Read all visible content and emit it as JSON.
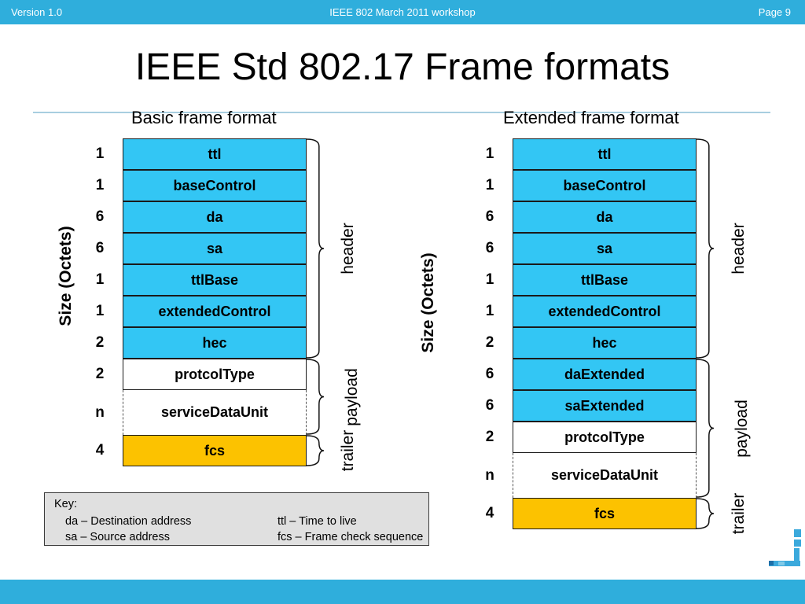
{
  "slide": {
    "title": "IEEE Std 802.17 Frame formats",
    "accent_color": "#2FAEDC",
    "rule_color": "#A8CEE0",
    "cyan_color": "#33C6F4",
    "gold_color": "#FCC200"
  },
  "footer": {
    "version": "Version 1.0",
    "event": "IEEE 802 March 2011 workshop",
    "page": "Page 9"
  },
  "columns": {
    "basic": {
      "caption": "Basic frame format",
      "axis_label": "Size (Octets)",
      "rows": [
        {
          "size": "1",
          "name": "ttl",
          "fill": "cyan"
        },
        {
          "size": "1",
          "name": "baseControl",
          "fill": "cyan"
        },
        {
          "size": "6",
          "name": "da",
          "fill": "cyan"
        },
        {
          "size": "6",
          "name": "sa",
          "fill": "cyan"
        },
        {
          "size": "1",
          "name": "ttlBase",
          "fill": "cyan"
        },
        {
          "size": "1",
          "name": "extendedControl",
          "fill": "cyan"
        },
        {
          "size": "2",
          "name": "hec",
          "fill": "cyan"
        },
        {
          "size": "2",
          "name": "protcolType",
          "fill": "white"
        },
        {
          "size": "n",
          "name": "serviceDataUnit",
          "fill": "white"
        },
        {
          "size": "4",
          "name": "fcs",
          "fill": "gold"
        }
      ],
      "groups": [
        {
          "label": "header",
          "first": 0,
          "last": 6
        },
        {
          "label": "payload",
          "first": 7,
          "last": 8
        },
        {
          "label": "trailer",
          "first": 9,
          "last": 9
        }
      ]
    },
    "extended": {
      "caption": "Extended frame format",
      "axis_label": "Size (Octets)",
      "rows": [
        {
          "size": "1",
          "name": "ttl",
          "fill": "cyan"
        },
        {
          "size": "1",
          "name": "baseControl",
          "fill": "cyan"
        },
        {
          "size": "6",
          "name": "da",
          "fill": "cyan"
        },
        {
          "size": "6",
          "name": "sa",
          "fill": "cyan"
        },
        {
          "size": "1",
          "name": "ttlBase",
          "fill": "cyan"
        },
        {
          "size": "1",
          "name": "extendedControl",
          "fill": "cyan"
        },
        {
          "size": "2",
          "name": "hec",
          "fill": "cyan"
        },
        {
          "size": "6",
          "name": "daExtended",
          "fill": "cyan"
        },
        {
          "size": "6",
          "name": "saExtended",
          "fill": "cyan"
        },
        {
          "size": "2",
          "name": "protcolType",
          "fill": "white"
        },
        {
          "size": "n",
          "name": "serviceDataUnit",
          "fill": "white"
        },
        {
          "size": "4",
          "name": "fcs",
          "fill": "gold"
        }
      ],
      "groups": [
        {
          "label": "header",
          "first": 0,
          "last": 6
        },
        {
          "label": "payload",
          "first": 7,
          "last": 10
        },
        {
          "label": "trailer",
          "first": 11,
          "last": 11
        }
      ]
    }
  },
  "key": {
    "title": "Key:",
    "entries": [
      "da – Destination address",
      "ttl – Time to live",
      "sa – Source address",
      "fcs – Frame check sequence"
    ]
  }
}
